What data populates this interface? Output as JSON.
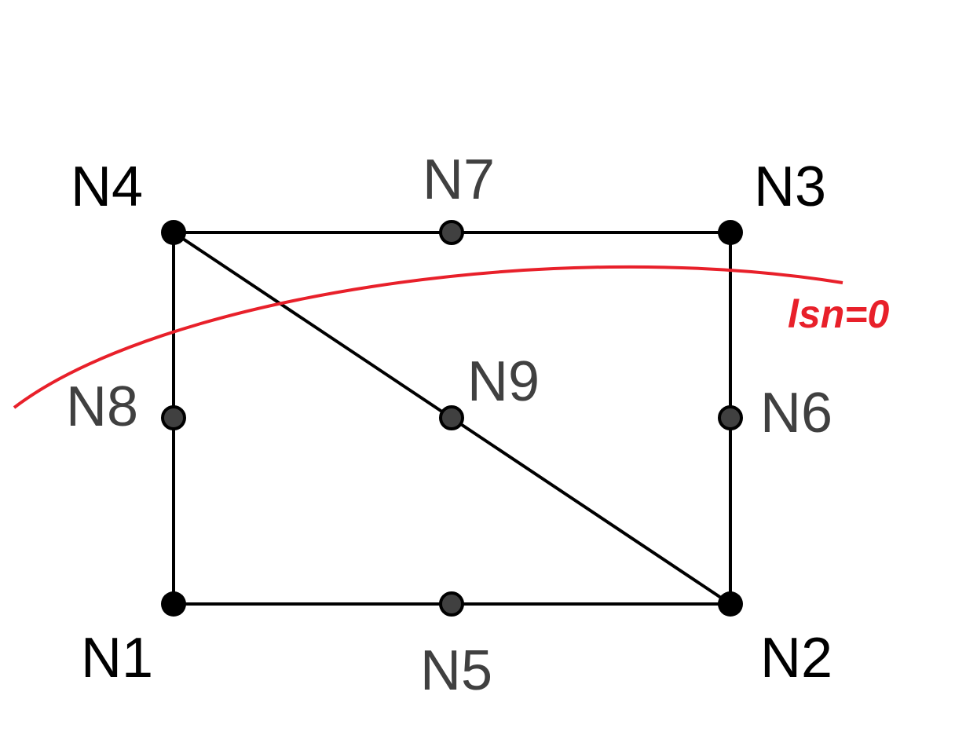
{
  "diagram": {
    "nodes": {
      "N1": {
        "label": "N1",
        "type": "corner"
      },
      "N2": {
        "label": "N2",
        "type": "corner"
      },
      "N3": {
        "label": "N3",
        "type": "corner"
      },
      "N4": {
        "label": "N4",
        "type": "corner"
      },
      "N5": {
        "label": "N5",
        "type": "midside"
      },
      "N6": {
        "label": "N6",
        "type": "midside"
      },
      "N7": {
        "label": "N7",
        "type": "midside"
      },
      "N8": {
        "label": "N8",
        "type": "midside"
      },
      "N9": {
        "label": "N9",
        "type": "midside"
      }
    },
    "edges": [
      [
        "N1",
        "N2"
      ],
      [
        "N2",
        "N3"
      ],
      [
        "N3",
        "N4"
      ],
      [
        "N4",
        "N1"
      ],
      [
        "N4",
        "N2"
      ]
    ],
    "curve": {
      "label": "lsn=0",
      "color": "#e8202a"
    },
    "colors": {
      "corner": "#000000",
      "midside": "#404040",
      "edge": "#000000"
    }
  }
}
